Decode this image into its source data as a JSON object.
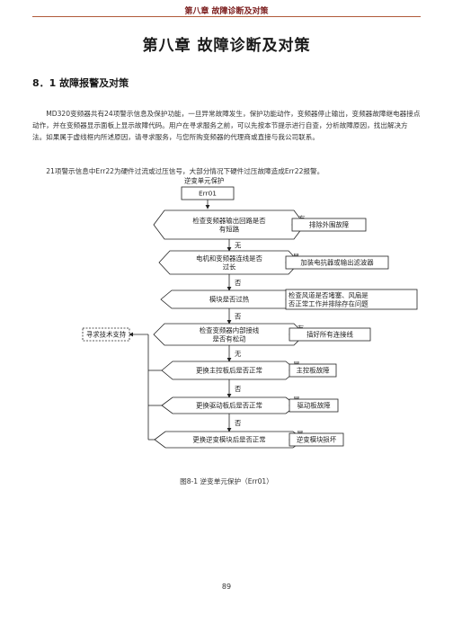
{
  "header": {
    "running_title": "第八章 故障诊断及对策"
  },
  "chapter_title": "第八章 故障诊断及对策",
  "section_title": "8．1 故障报警及对策",
  "paragraphs": [
    "MD320变频器共有24项警示信息及保护功能，一旦异常故障发生，保护功能动作，变频器停止输出，变频器故障继电器接点动作，并在变频器显示面板上显示故障代码。用户在寻求服务之前，可以先按本节提示进行自查，分析故障原因，找出解决方法。如果属于虚线框内所述原因，请寻求服务，与您所购变频器的代理商或直接与我公司联系。",
    "21项警示信息中Err22为硬件过流或过压信号，大部分情况下硬件过压故障造成Err22报警。"
  ],
  "flowchart": {
    "title": "逆变单元保护",
    "code": "Err01",
    "steps": [
      {
        "check": [
          "检查变频器输出回路是否",
          "有短路"
        ],
        "answer": "有",
        "action": [
          "排除外围故障"
        ]
      },
      {
        "check": [
          "电机和变频器连线是否",
          "过长"
        ],
        "answer": "是",
        "action": [
          "加装电抗器或输出滤波器"
        ]
      },
      {
        "check": [
          "模块是否过热"
        ],
        "answer": "是",
        "action": [
          "检查风道是否堵塞、风扇是",
          "否正常工作并排除存在问题"
        ]
      },
      {
        "check": [
          "检查变频器内部接线",
          "是否有松动"
        ],
        "answer": "有",
        "action": [
          "插好所有连接线"
        ]
      },
      {
        "check": [
          "更换主控板后是否正常"
        ],
        "answer": "是",
        "action": [
          "主控板故障"
        ]
      },
      {
        "check": [
          "更换驱动板后是否正常"
        ],
        "answer": "是",
        "action": [
          "驱动板故障"
        ]
      },
      {
        "check": [
          "更换逆变模块后是否正常"
        ],
        "answer": "是",
        "action": [
          "逆变模块损坏"
        ]
      }
    ],
    "down_labels": [
      "无",
      "否",
      "否",
      "无",
      "否",
      "否"
    ],
    "support": "寻求技术支持"
  },
  "figure_caption": "图8-1 逆变单元保护（Err01）",
  "page_number": "89"
}
